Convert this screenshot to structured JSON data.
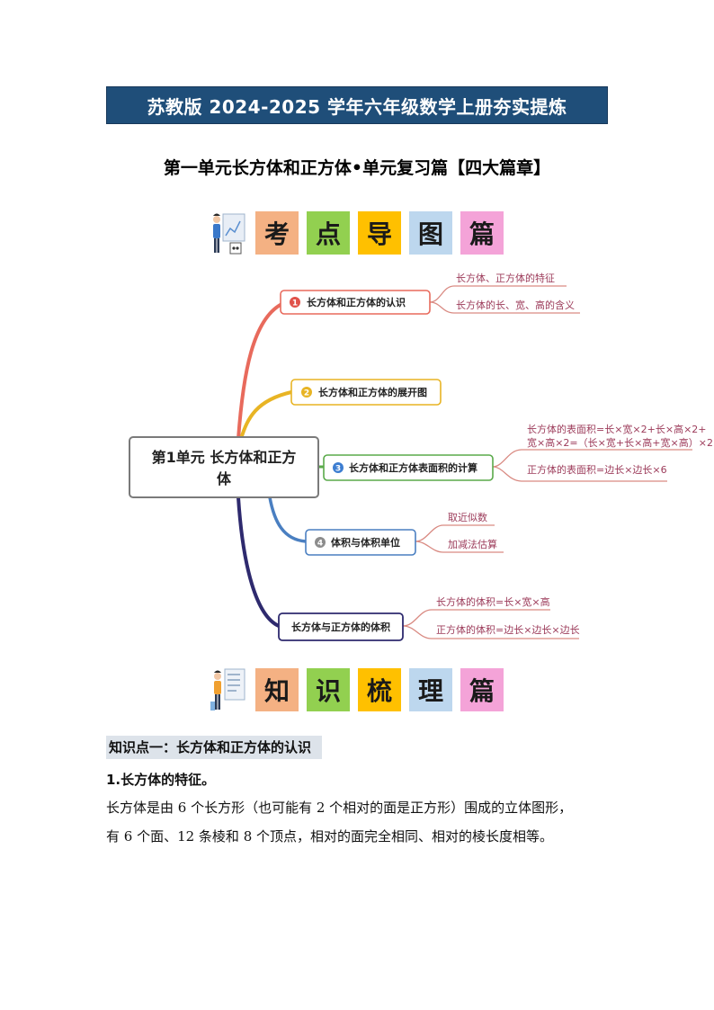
{
  "banner": "苏教版 2024-2025 学年六年级数学上册夯实提炼",
  "subtitle": "第一单元长方体和正方体•单元复习篇【四大篇章】",
  "section1": {
    "tiles": [
      {
        "char": "考",
        "color": "#f4b183"
      },
      {
        "char": "点",
        "color": "#92d050"
      },
      {
        "char": "导",
        "color": "#ffc000"
      },
      {
        "char": "图",
        "color": "#bdd7ee"
      },
      {
        "char": "篇",
        "color": "#f4a3d8"
      }
    ]
  },
  "mindmap": {
    "center": {
      "line1": "第1单元 长方体和正方",
      "line2": "体"
    },
    "branches": [
      {
        "num": "1",
        "label": "长方体和正方体的认识",
        "color": "#e86a5c",
        "leaves": [
          "长方体、正方体的特征",
          "长方体的长、宽、高的含义"
        ]
      },
      {
        "num": "2",
        "label": "长方体和正方体的展开图",
        "color": "#e8b424",
        "leaves": []
      },
      {
        "num": "3",
        "label": "长方体和正方体表面积的计算",
        "color": "#5aaa4a",
        "leaves": [
          "长方体的表面积=长×宽×2+长×高×2+",
          "宽×高×2=（长×宽+长×高+宽×高）×2",
          "正方体的表面积=边长×边长×6"
        ]
      },
      {
        "num": "4",
        "label": "体积与体积单位",
        "color": "#4a7fc1",
        "leaves": [
          "取近似数",
          "加减法估算"
        ]
      },
      {
        "num": "",
        "label": "长方体与正方体的体积",
        "color": "#2e2a6e",
        "leaves": [
          "长方体的体积=长×宽×高",
          "正方体的体积=边长×边长×边长"
        ]
      }
    ],
    "leaf_color": "#9c3b5a"
  },
  "section2": {
    "tiles": [
      {
        "char": "知",
        "color": "#f4b183"
      },
      {
        "char": "识",
        "color": "#92d050"
      },
      {
        "char": "梳",
        "color": "#ffc000"
      },
      {
        "char": "理",
        "color": "#bdd7ee"
      },
      {
        "char": "篇",
        "color": "#f4a3d8"
      }
    ]
  },
  "knowledge": {
    "title": "知识点一：长方体和正方体的认识",
    "point_head": "1.长方体的特征。",
    "para_line1": "长方体是由 6 个长方形（也可能有 2 个相对的面是正方形）围成的立体图形，",
    "para_line2": "有 6 个面、12 条棱和 8 个顶点，相对的面完全相同、相对的棱长度相等。"
  }
}
